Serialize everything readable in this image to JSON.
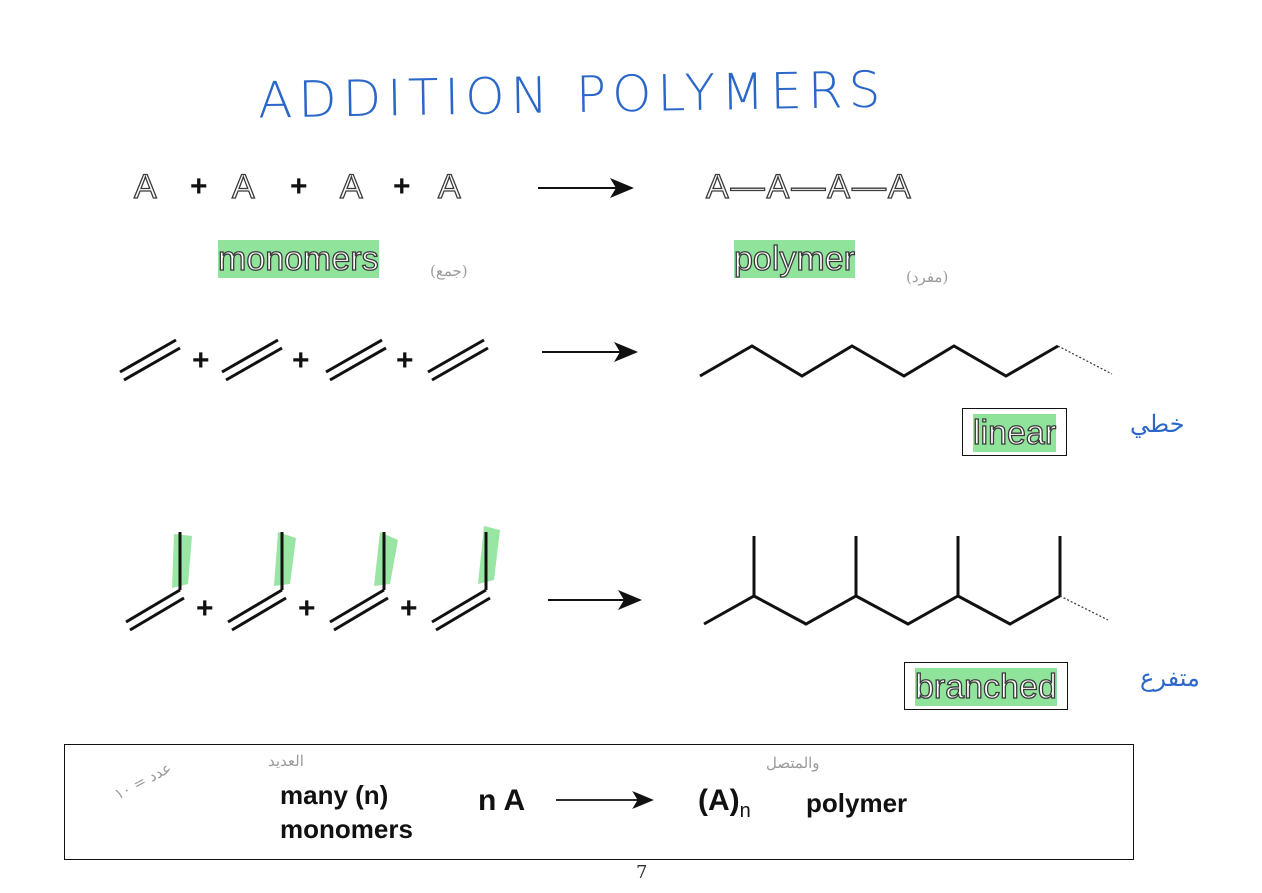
{
  "title": "ADDITION POLYMERS",
  "reaction1": {
    "reactants": [
      "A",
      "A",
      "A",
      "A"
    ],
    "plus": "+",
    "product": "A—A—A—A",
    "monomers_label": "monomers",
    "polymer_label": "polymer",
    "note_monomers": "(جمع)",
    "note_polymer": "(مفرد)"
  },
  "reaction2": {
    "type_label": "linear",
    "note": "خطي"
  },
  "reaction3": {
    "type_label": "branched",
    "note": "متفرع"
  },
  "formula": {
    "many_line1": "many (n)",
    "many_line2": "monomers",
    "lhs": "n A",
    "rhs_base": "(A)",
    "rhs_sub": "n",
    "rhs_label": "polymer",
    "note_left": "عدد = ١٠",
    "note_top": "العديد",
    "note_right": "والمتصل"
  },
  "page_number": "7",
  "colors": {
    "highlight": "#8fe39a",
    "ink_blue": "#2a67c9"
  }
}
